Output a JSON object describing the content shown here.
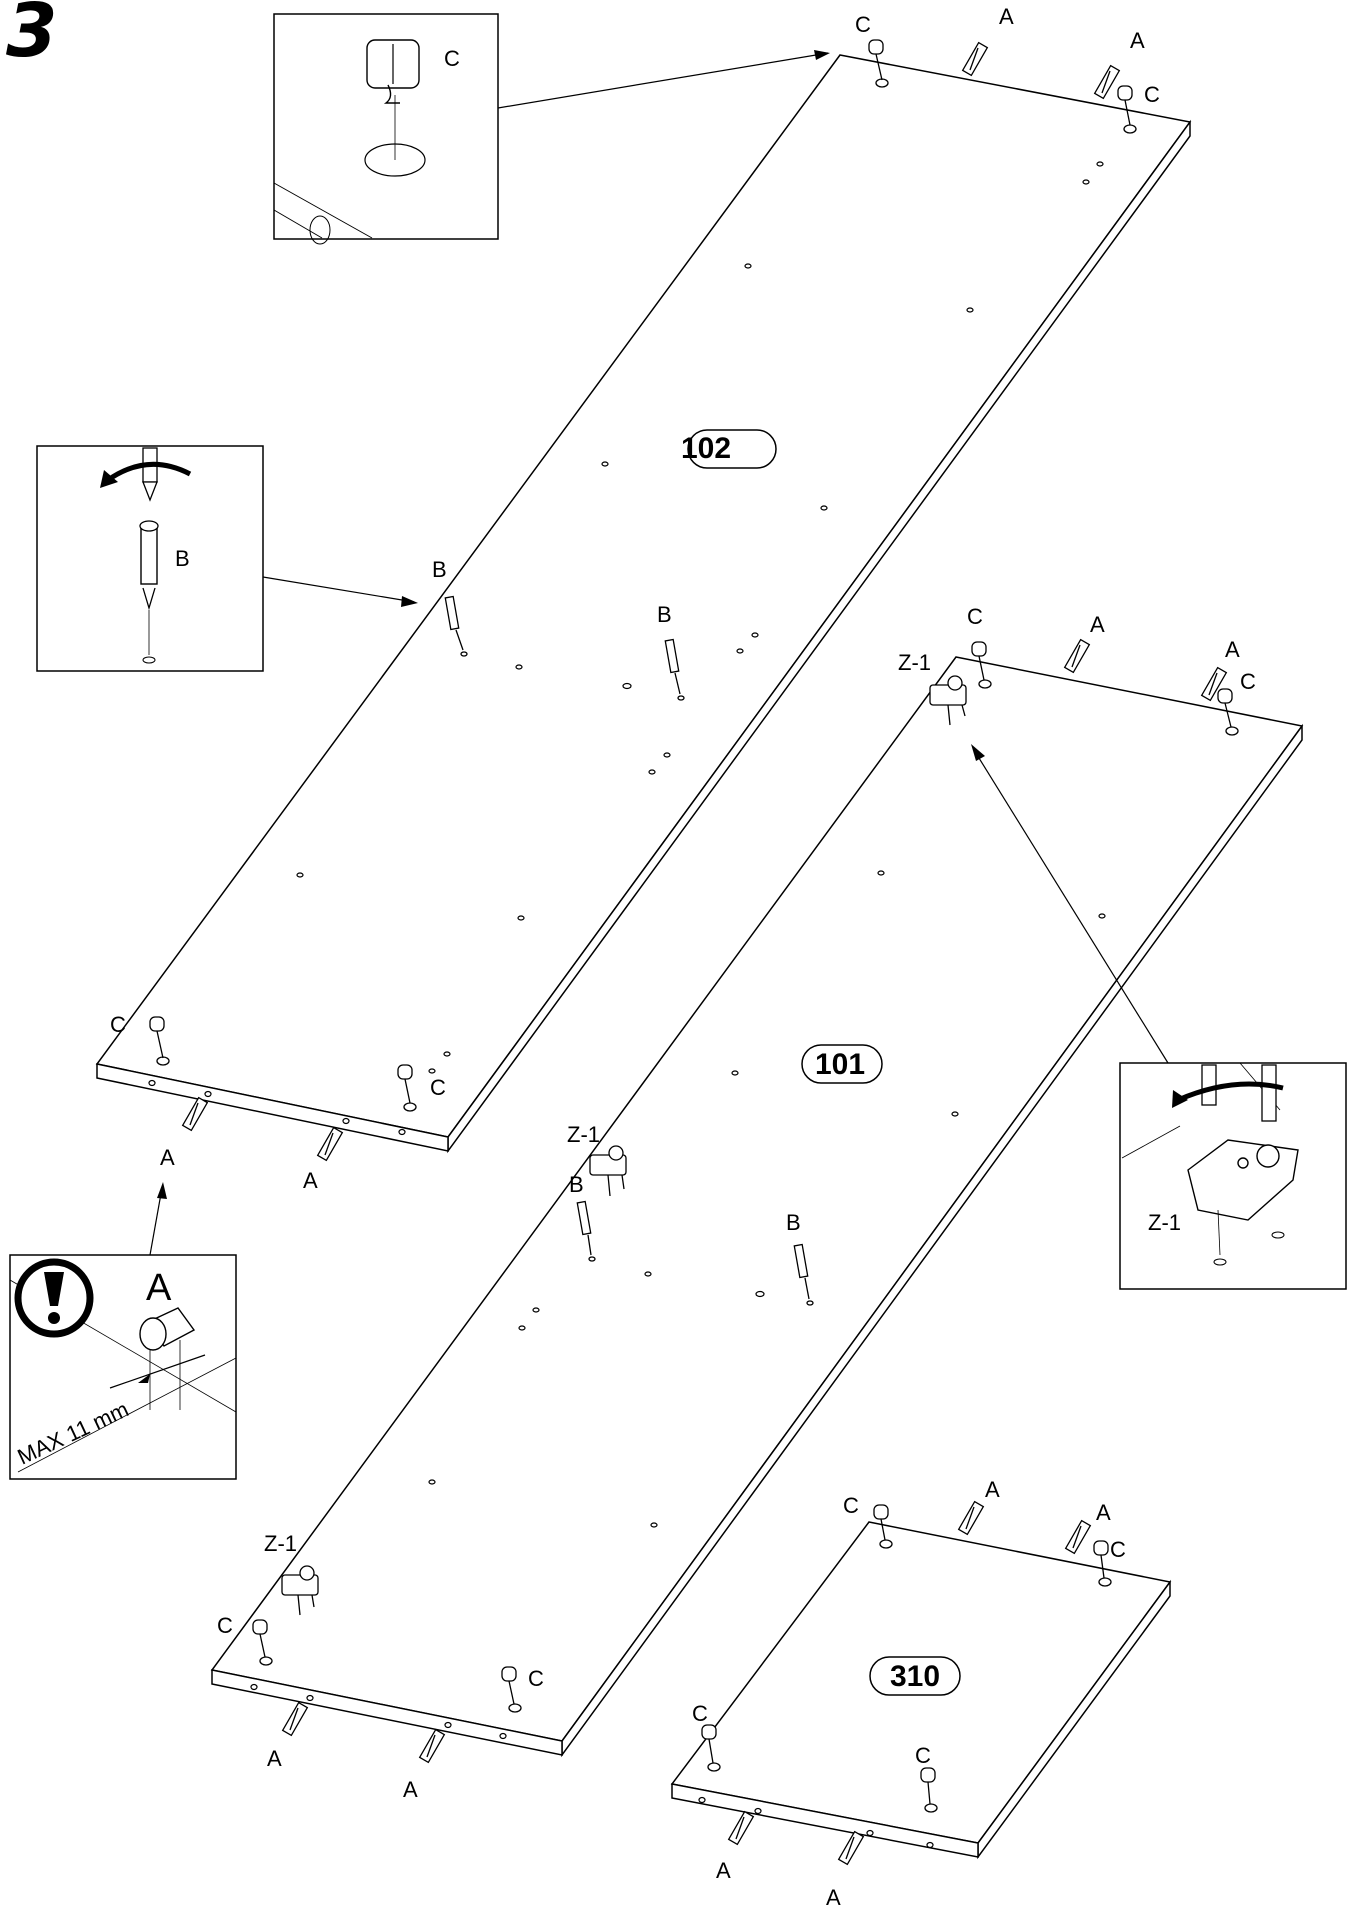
{
  "step": {
    "number": "3"
  },
  "panels": [
    {
      "id": "102"
    },
    {
      "id": "101"
    },
    {
      "id": "310"
    }
  ],
  "fittings": {
    "dowel": "A",
    "screw": "B",
    "cam": "C",
    "hinge_plate": "Z-1"
  },
  "insets": {
    "cam_detail": {
      "label": "C"
    },
    "screw_detail": {
      "label": "B"
    },
    "dowel_detail": {
      "label": "A",
      "dimension": "MAX 11 mm",
      "icon": "exclamation-icon"
    },
    "hinge_detail": {
      "label": "Z-1"
    }
  }
}
